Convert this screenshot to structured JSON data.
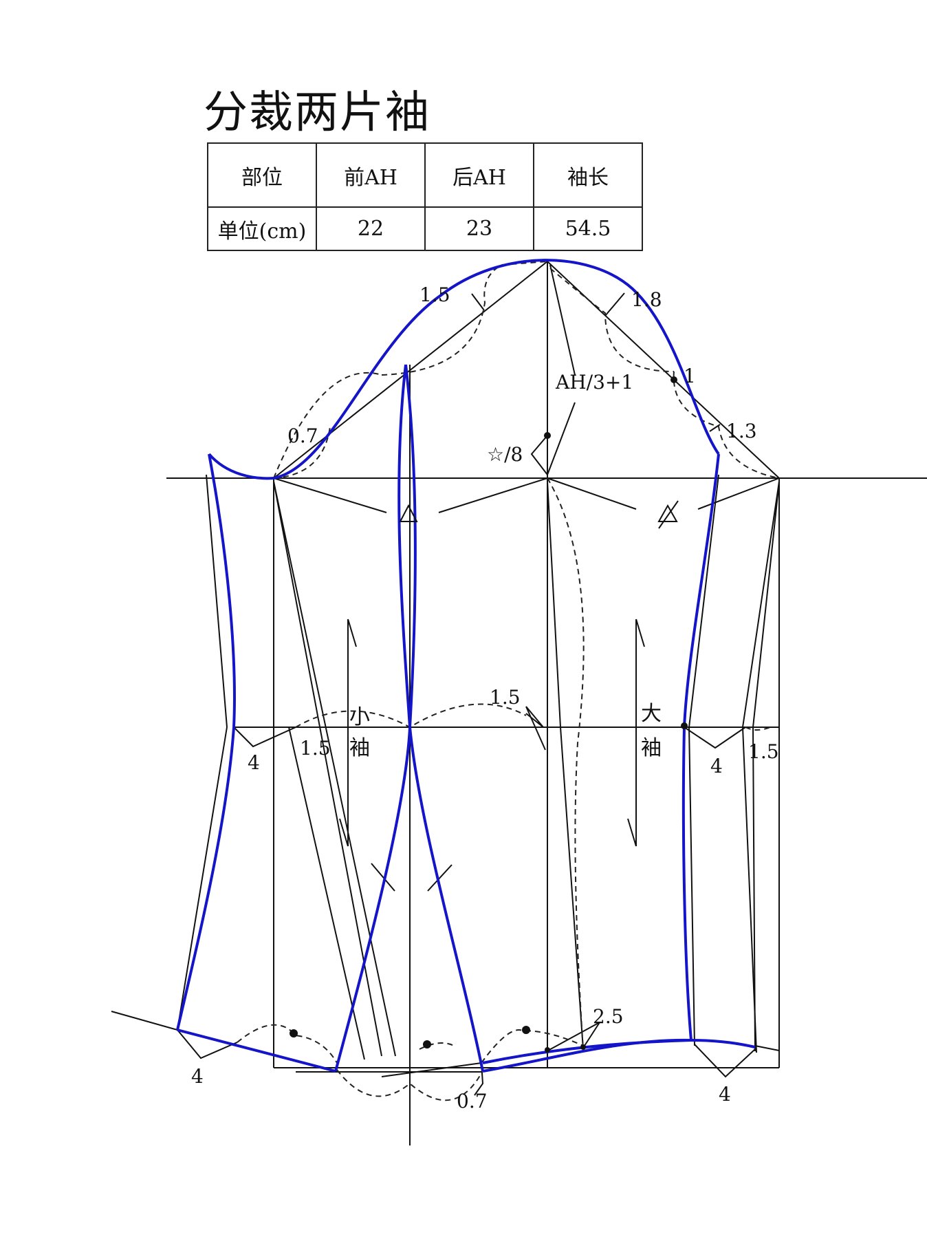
{
  "title": "分裁两片袖",
  "spec_table": {
    "headers": [
      "部位",
      "前AH",
      "后AH",
      "袖长"
    ],
    "row_label": "单位(cm)",
    "values": [
      "22",
      "23",
      "54.5"
    ]
  },
  "pattern": {
    "line_colors": {
      "construction": "#111111",
      "finished_outline": "#1414c8"
    },
    "annotations": {
      "cap_front_offset": "1.5",
      "cap_back_offset": "1.8",
      "cap_back_point": "1",
      "cap_back_lower_offset": "1.3",
      "cap_front_lower_offset": "0.7",
      "cap_height_formula": "AH/3+1",
      "star_over_8": "☆/8",
      "elbow_center_offset": "1.5",
      "elbow_left_offset": "1.5",
      "elbow_right_offset": "1.5",
      "elbow_left_width": "4",
      "elbow_right_width": "4",
      "hem_left_width": "4",
      "hem_right_width": "4",
      "hem_offset": "0.7",
      "hem_slant": "2.5"
    },
    "piece_labels": {
      "under_sleeve": [
        "小",
        "袖"
      ],
      "top_sleeve": [
        "大",
        "袖"
      ]
    },
    "symbols": {
      "triangle": "△",
      "crossed_triangle": "△̸"
    }
  }
}
